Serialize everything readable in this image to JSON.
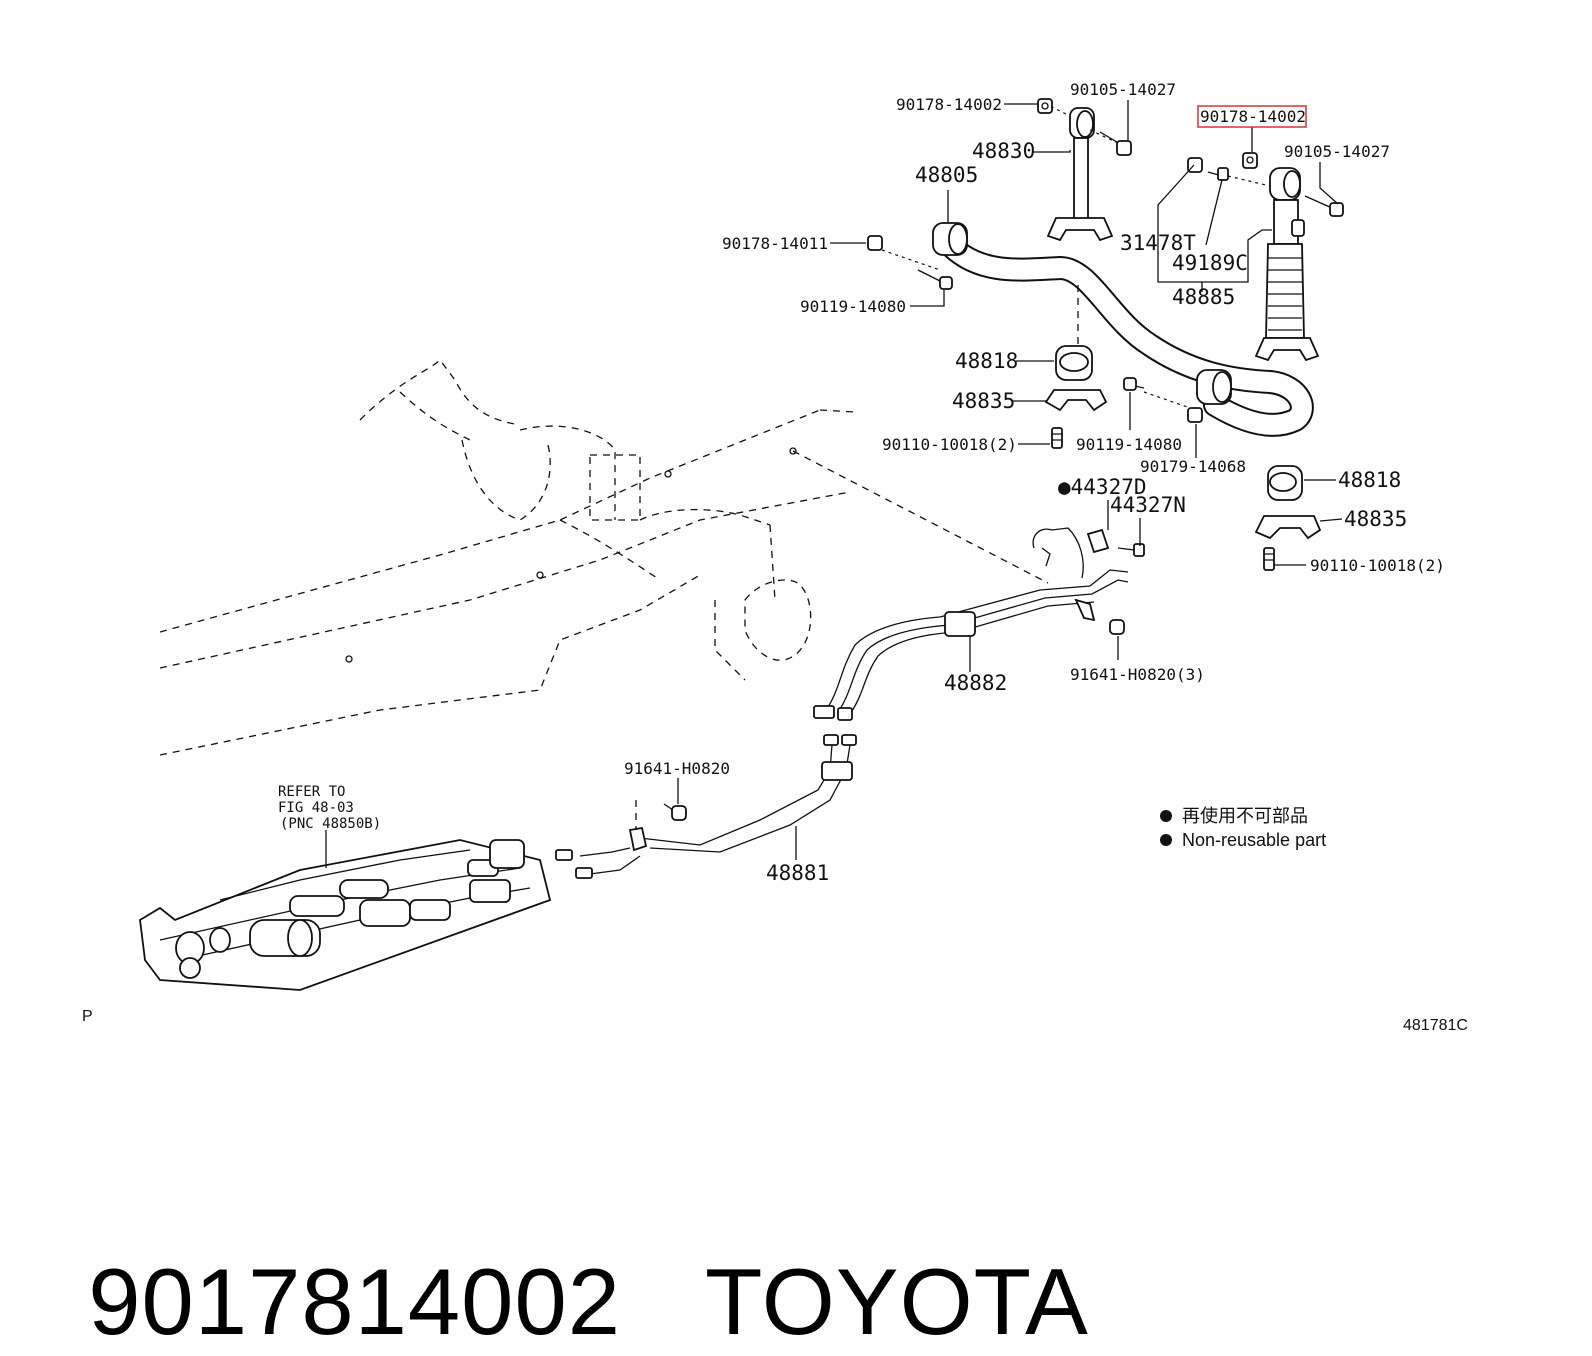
{
  "labels": {
    "l_90178_14002_top": "90178-14002",
    "l_90105_14027_top": "90105-14027",
    "l_90178_14002_highlight": "90178-14002",
    "l_90105_14027_right": "90105-14027",
    "l_48830": "48830",
    "l_48805": "48805",
    "l_90178_14011": "90178-14011",
    "l_31478T": "31478T",
    "l_49189C": "49189C",
    "l_48885": "48885",
    "l_90119_14080_left": "90119-14080",
    "l_48818_left": "48818",
    "l_48835_left": "48835",
    "l_90110_10018_left": "90110-10018(2)",
    "l_90119_14080_mid": "90119-14080",
    "l_90179_14068": "90179-14068",
    "l_44327D": "●44327D",
    "l_44327N": "44327N",
    "l_48818_right": "48818",
    "l_48835_right": "48835",
    "l_90110_10018_right": "90110-10018(2)",
    "l_91641_H0820_3": "91641-H0820(3)",
    "l_48882": "48882",
    "l_91641_H0820": "91641-H0820",
    "l_48881": "48881",
    "refer_1": "REFER TO",
    "refer_2": "FIG 48-03",
    "refer_3": "(PNC 48850B)"
  },
  "legend": {
    "line_jp": "再使用不可部品",
    "line_en": "Non-reusable part"
  },
  "corner": {
    "left_mark": "P",
    "diagram_id": "481781C"
  },
  "footer": {
    "part_number": "9017814002",
    "brand": "TOYOTA"
  },
  "colors": {
    "highlight_box": "#e03030",
    "ink": "#111111",
    "background": "#ffffff"
  }
}
